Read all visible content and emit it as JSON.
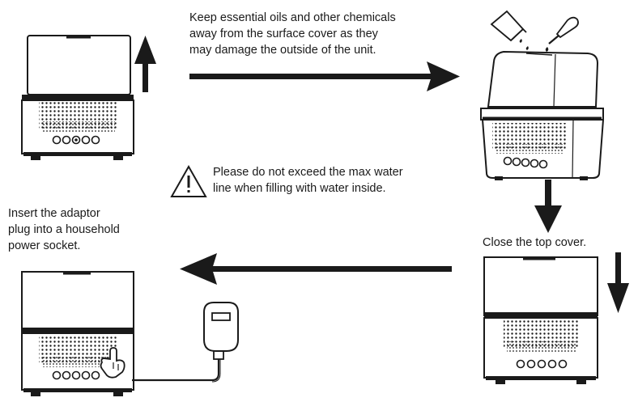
{
  "colors": {
    "ink": "#1a1a1a",
    "paper": "#ffffff"
  },
  "captions": {
    "oils": [
      "Keep essential oils and other chemicals",
      "away from the surface cover as they",
      "may damage the outside of the unit."
    ],
    "water": [
      "Please do not exceed the max water",
      "line when filling with water inside."
    ],
    "adaptor": [
      "Insert the adaptor",
      "plug into a household",
      "power socket."
    ],
    "cover": [
      "Close the top cover."
    ]
  },
  "icons": {
    "warning": "warning-triangle-icon",
    "hand": "pointing-hand-icon",
    "plug": "power-adaptor-icon",
    "bottle": "oil-bottle-icon",
    "dropper": "dropper-icon"
  }
}
